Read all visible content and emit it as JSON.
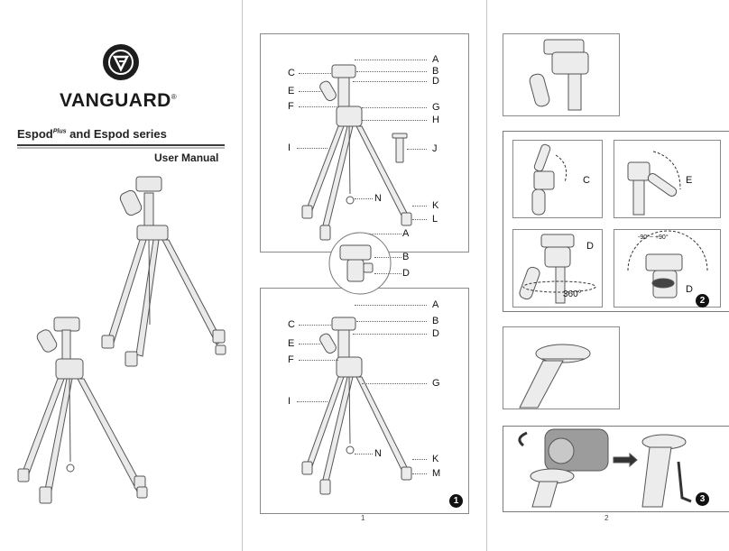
{
  "brand": {
    "name": "VANGUARD",
    "registered": "®"
  },
  "product": {
    "name_part1": "Espod",
    "superscript": "Plus",
    "name_part2": "and Espod series"
  },
  "manual_title": "User Manual",
  "figure1": {
    "upper_labels": {
      "A": "A",
      "B": "B",
      "C": "C",
      "D": "D",
      "E": "E",
      "F": "F",
      "G": "G",
      "H": "H",
      "I": "I",
      "J": "J",
      "K": "K",
      "L": "L",
      "N": "N"
    },
    "inset_labels": {
      "A": "A",
      "B": "B",
      "D": "D"
    },
    "lower_labels": {
      "A": "A",
      "B": "B",
      "C": "C",
      "D": "D",
      "E": "E",
      "F": "F",
      "G": "G",
      "I": "I",
      "K": "K",
      "M": "M",
      "N": "N"
    },
    "badge": "1"
  },
  "figure2": {
    "label_c": "C",
    "label_e": "E",
    "label_d1": "D",
    "label_d2": "D",
    "rotation_text": "360°",
    "tilt_range_text": "-90°~ +90°",
    "badge": "2"
  },
  "figure3": {
    "badge": "3"
  },
  "page_numbers": {
    "page1": "1",
    "page2": "2"
  }
}
